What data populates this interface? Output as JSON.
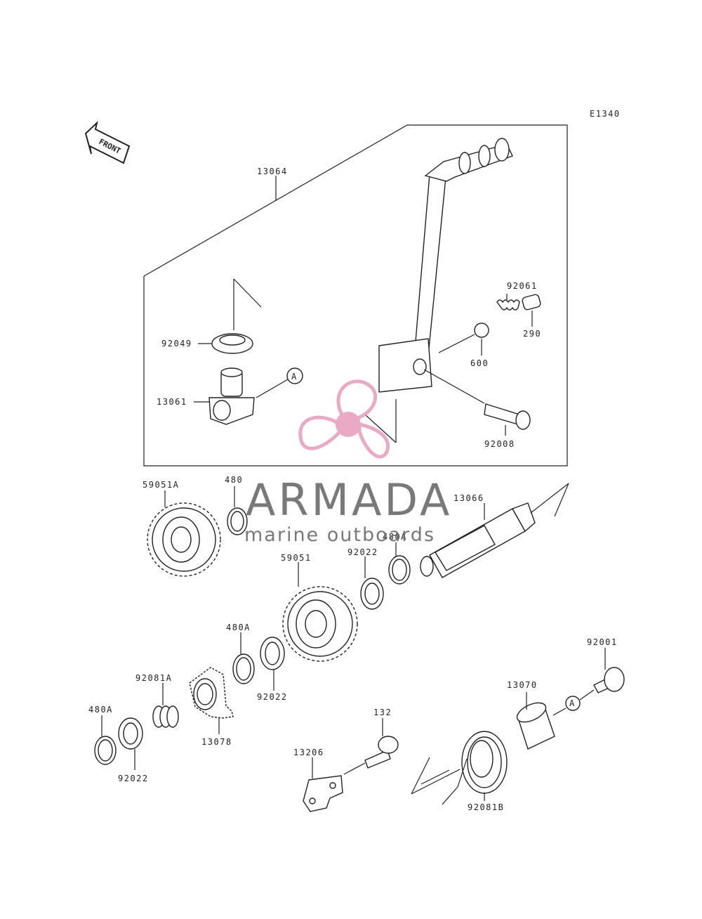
{
  "diagram_code": "E1340",
  "front_label": "FRONT",
  "parts": {
    "p13064": "13064",
    "p92061": "92061",
    "p290": "290",
    "p92049": "92049",
    "p600": "600",
    "p13061": "13061",
    "p92008": "92008",
    "ref_a1": "A",
    "ref_a2": "A",
    "p59051a": "59051A",
    "p480": "480",
    "p13066": "13066",
    "p480a_top": "480A",
    "p92022_top": "92022",
    "p59051": "59051",
    "p480a_mid": "480A",
    "p92022_mid": "92022",
    "p92081a": "92081A",
    "p13078": "13078",
    "p480a_left": "480A",
    "p92022_left": "92022",
    "p92001": "92001",
    "p13070": "13070",
    "p132": "132",
    "p13206": "13206",
    "p92081b": "92081B"
  },
  "watermark": {
    "title": "ARMADA",
    "subtitle": "marine outboards",
    "color": "#e8a0bf"
  }
}
